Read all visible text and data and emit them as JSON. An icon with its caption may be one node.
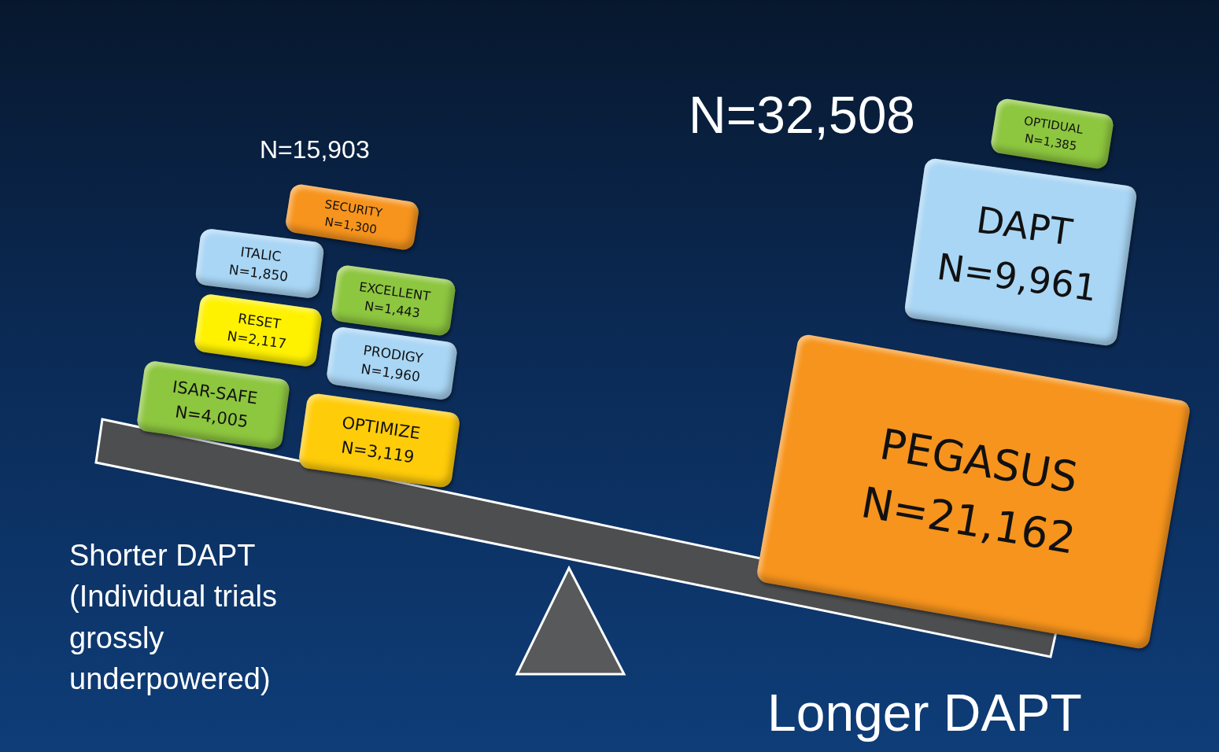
{
  "diagram": {
    "nodes": [
      {
        "text": [
          "SECURITY",
          "N=1,300"
        ]
      },
      {
        "text": [
          "ITALIC",
          "N=1,850"
        ]
      },
      {
        "text": [
          "EXCELLENT",
          "N=1,443"
        ]
      },
      {
        "text": [
          "RESET",
          "N=2,117"
        ]
      },
      {
        "text": [
          "PRODIGY",
          "N=1,960"
        ]
      },
      {
        "text": [
          "ISAR-SAFE",
          "N=4,005"
        ]
      },
      {
        "text": [
          "OPTIMIZE",
          "N=3,119"
        ]
      },
      {
        "text": [
          "OPTIDUAL",
          "N=1,385"
        ]
      },
      {
        "text": [
          "DAPT",
          "N=9,961"
        ]
      },
      {
        "text": [
          "PEGASUS",
          "N=21,162"
        ]
      }
    ],
    "edges": [],
    "labels": [
      "N=15,903",
      "N=32,508",
      "Shorter DAPT (Individual trials grossly underpowered)",
      "Longer DAPT"
    ]
  }
}
